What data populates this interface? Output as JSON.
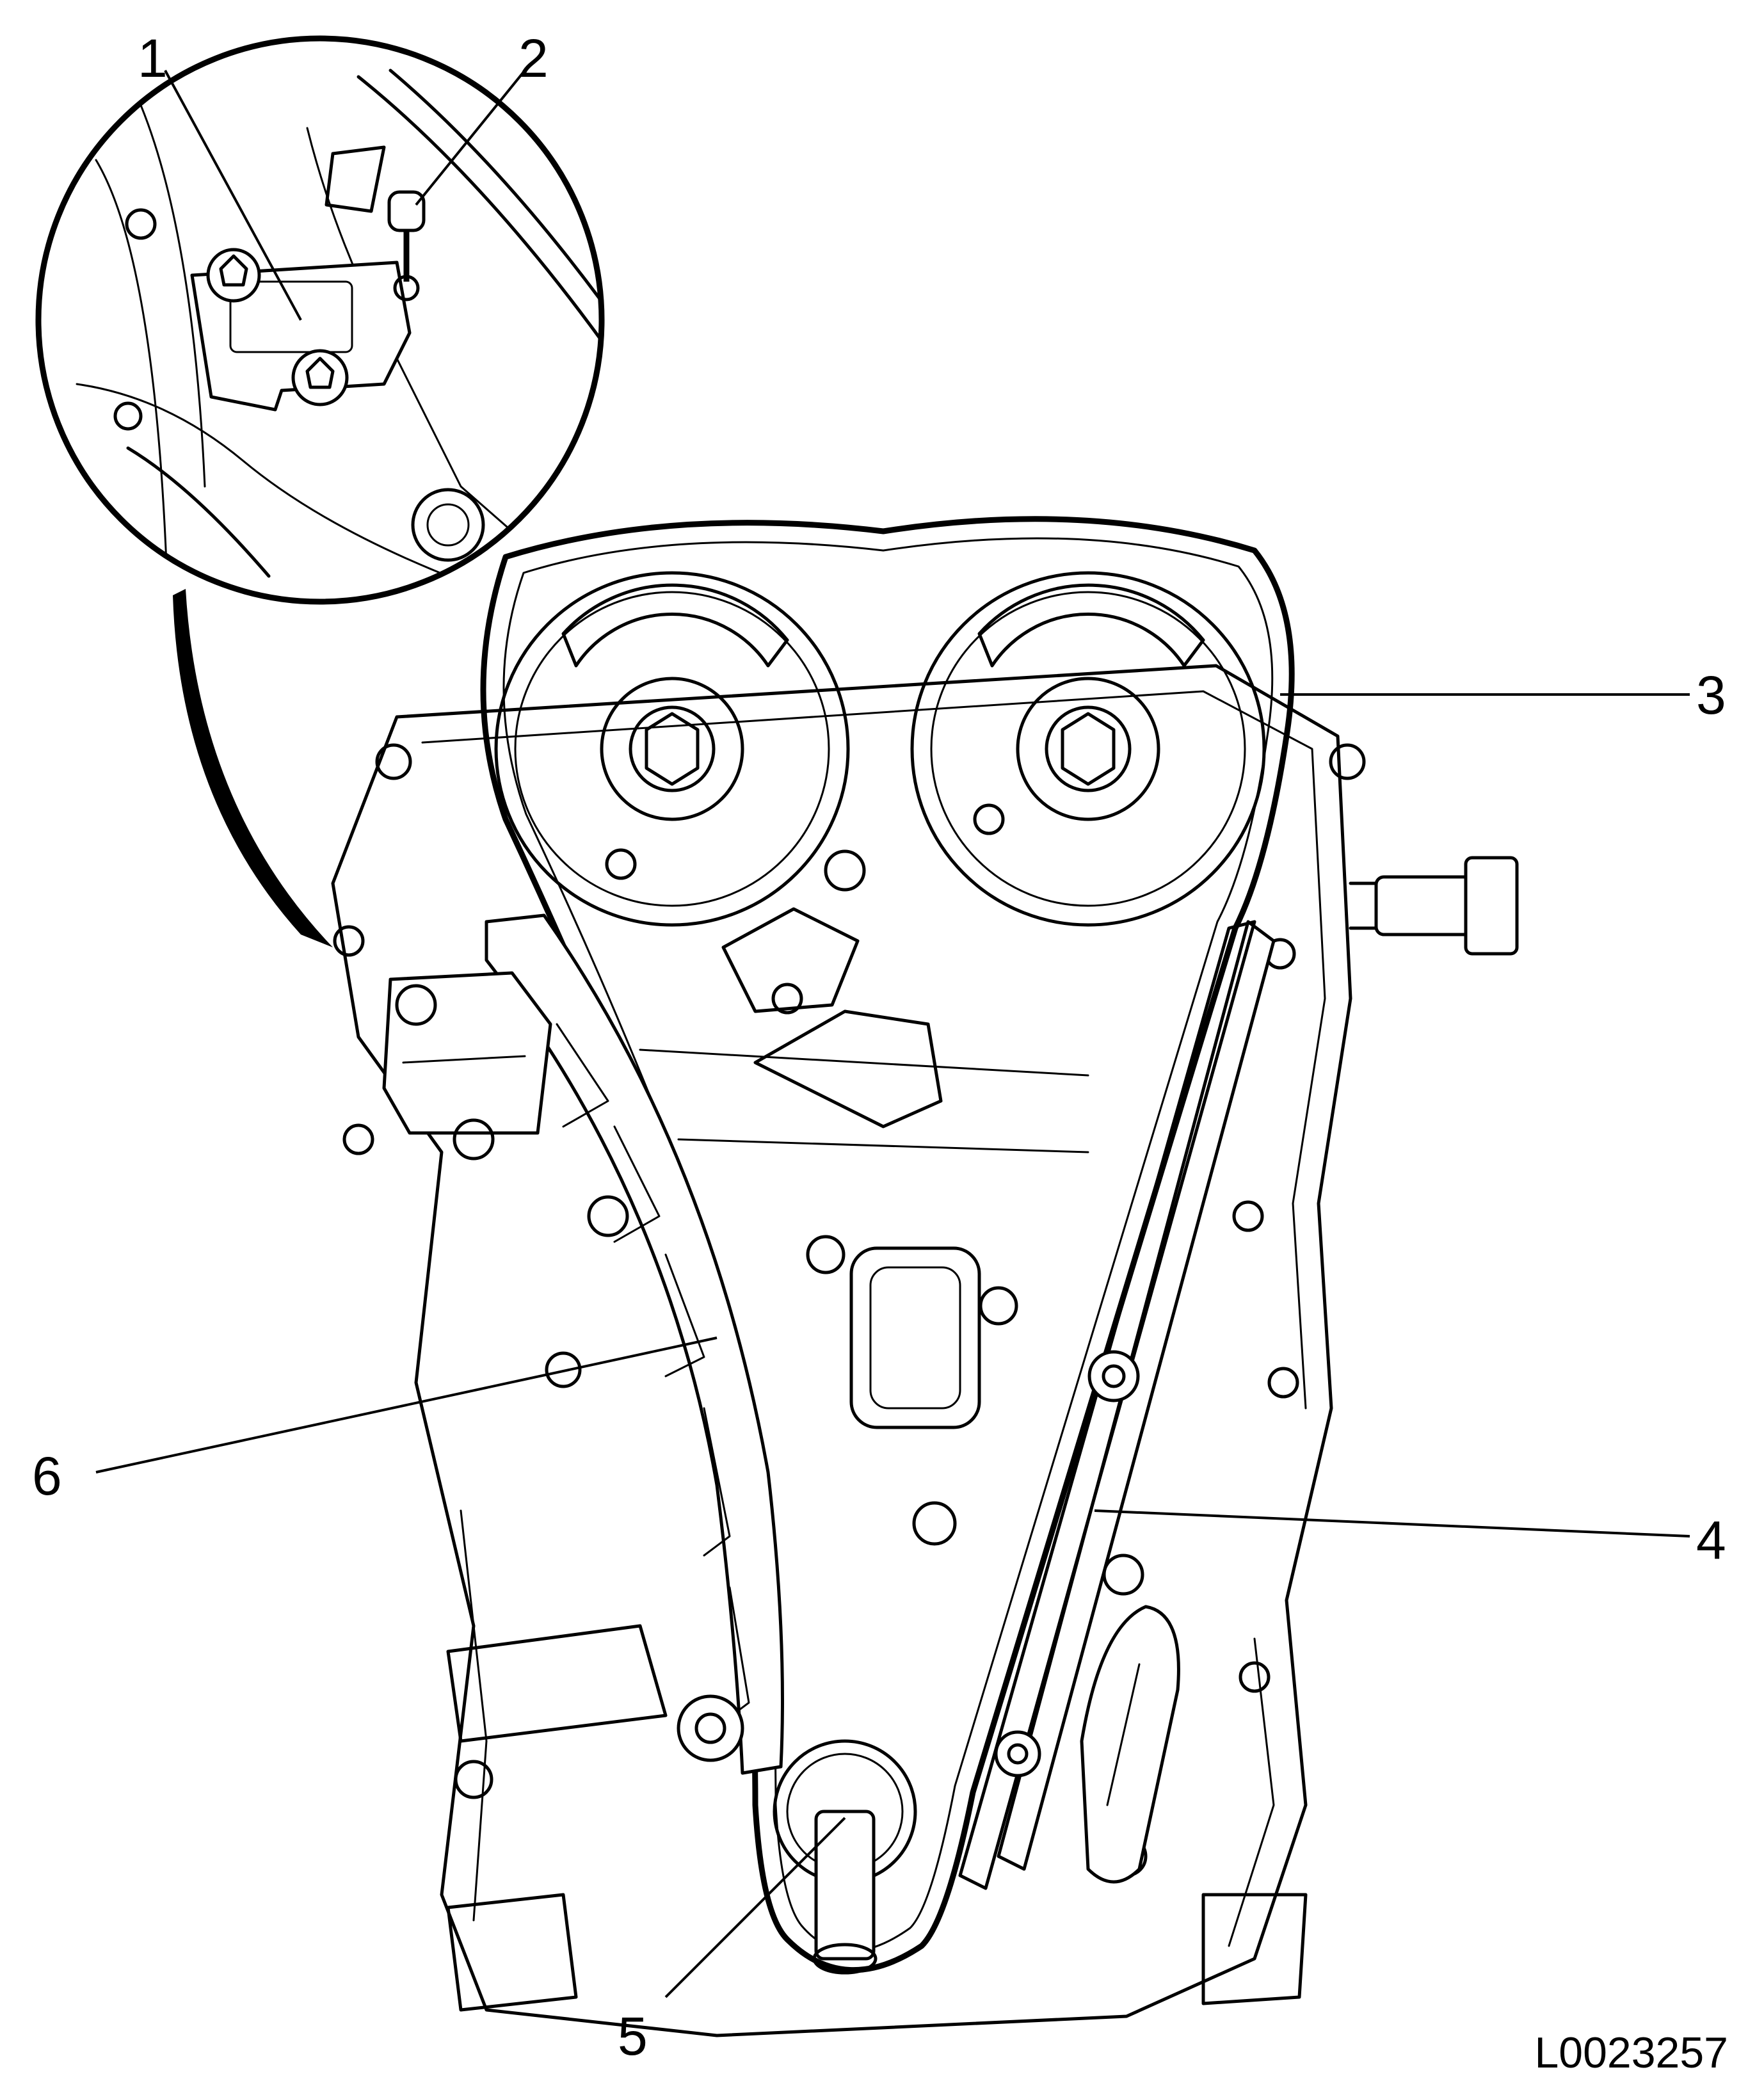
{
  "diagram": {
    "reference_code": "L0023257",
    "callouts": [
      {
        "id": "1",
        "label": "1"
      },
      {
        "id": "2",
        "label": "2"
      },
      {
        "id": "3",
        "label": "3"
      },
      {
        "id": "4",
        "label": "4"
      },
      {
        "id": "5",
        "label": "5"
      },
      {
        "id": "6",
        "label": "6"
      }
    ]
  }
}
